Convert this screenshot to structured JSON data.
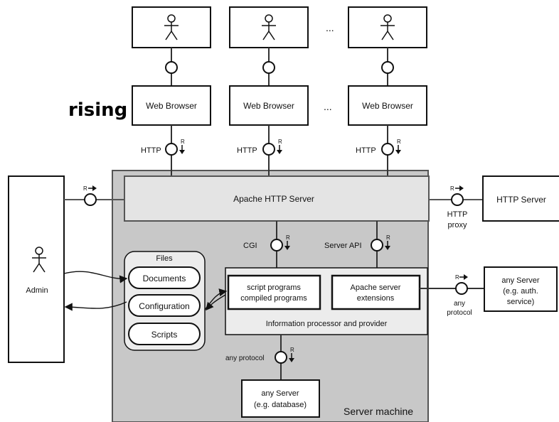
{
  "heading": "rising",
  "users": {
    "ellipsis": "..."
  },
  "browsers": {
    "label": "Web Browser",
    "ellipsis": "..."
  },
  "protocols": {
    "http": "HTTP",
    "cgi": "CGI",
    "server_api": "Server API",
    "any_protocol_inner": "any protocol",
    "any_protocol_right": [
      "any",
      "protocol"
    ],
    "http_proxy": [
      "HTTP",
      "proxy"
    ]
  },
  "request_marker": "R",
  "apache": {
    "label": "Apache HTTP Server"
  },
  "admin": {
    "label": "Admin"
  },
  "files": {
    "title": "Files",
    "items": [
      "Documents",
      "Configuration",
      "Scripts"
    ]
  },
  "info_processor": {
    "label": "Information processor and provider",
    "scripts": [
      "script programs",
      "compiled programs"
    ],
    "extensions": [
      "Apache server",
      "extensions"
    ]
  },
  "http_server": {
    "label": "HTTP Server"
  },
  "any_server_auth": {
    "lines": [
      "any Server",
      "(e.g. auth.",
      "service)"
    ]
  },
  "any_server_db": {
    "lines": [
      "any Server",
      "(e.g. database)"
    ]
  },
  "server_machine": {
    "label": "Server machine"
  },
  "colors": {
    "machine_fill": "#c8c8c8",
    "apache_fill": "#e4e4e4",
    "panel_fill": "#ececec",
    "stroke": "#111111"
  }
}
